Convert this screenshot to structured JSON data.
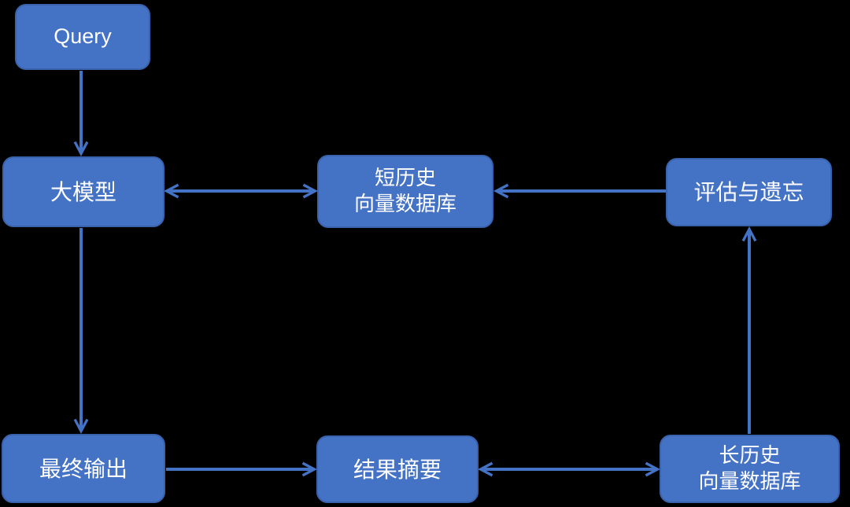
{
  "diagram": {
    "title": "LLM long/short-term memory retrieval flow",
    "colors": {
      "background": "#000000",
      "node_fill": "#4472C4",
      "node_border": "#3A62AD",
      "node_text": "#FFFFFF",
      "arrow": "#4472C4"
    },
    "nodes": [
      {
        "id": "query",
        "label": "Query"
      },
      {
        "id": "llm",
        "label": "大模型"
      },
      {
        "id": "short-history",
        "label": "短历史\n向量数据库"
      },
      {
        "id": "eval-forget",
        "label": "评估与遗忘"
      },
      {
        "id": "final-output",
        "label": "最终输出"
      },
      {
        "id": "result-summary",
        "label": "结果摘要"
      },
      {
        "id": "long-history",
        "label": "长历史\n向量数据库"
      }
    ],
    "edges": [
      {
        "from": "query",
        "to": "llm",
        "arrow": "single"
      },
      {
        "from": "llm",
        "to": "short-history",
        "arrow": "double"
      },
      {
        "from": "eval-forget",
        "to": "short-history",
        "arrow": "single"
      },
      {
        "from": "llm",
        "to": "final-output",
        "arrow": "single"
      },
      {
        "from": "long-history",
        "to": "eval-forget",
        "arrow": "single"
      },
      {
        "from": "final-output",
        "to": "result-summary",
        "arrow": "single"
      },
      {
        "from": "result-summary",
        "to": "long-history",
        "arrow": "double"
      }
    ]
  }
}
